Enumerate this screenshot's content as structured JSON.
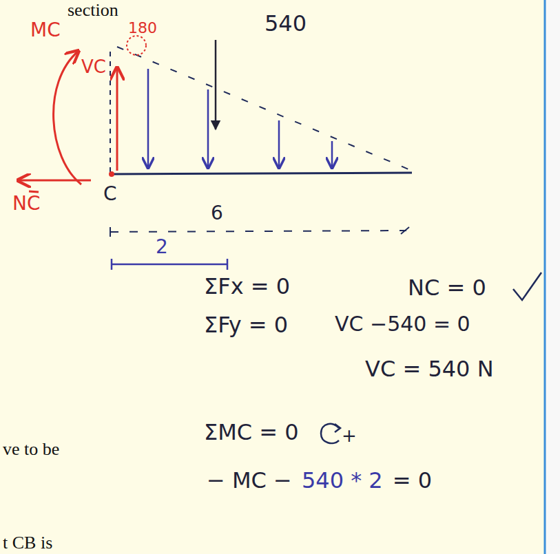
{
  "diagram": {
    "labels": [
      "section",
      "540",
      "MC",
      "180",
      "VC",
      "NC",
      "C",
      "6",
      "2",
      "ΣFx = 0",
      "NC = 0",
      "ΣFy = 0",
      "VC −540 = 0",
      "VC = 540 N",
      "ΣMC = 0",
      "+",
      "− MC −",
      "540 * 2",
      "= 0",
      "ve to be",
      "t CB is"
    ]
  }
}
